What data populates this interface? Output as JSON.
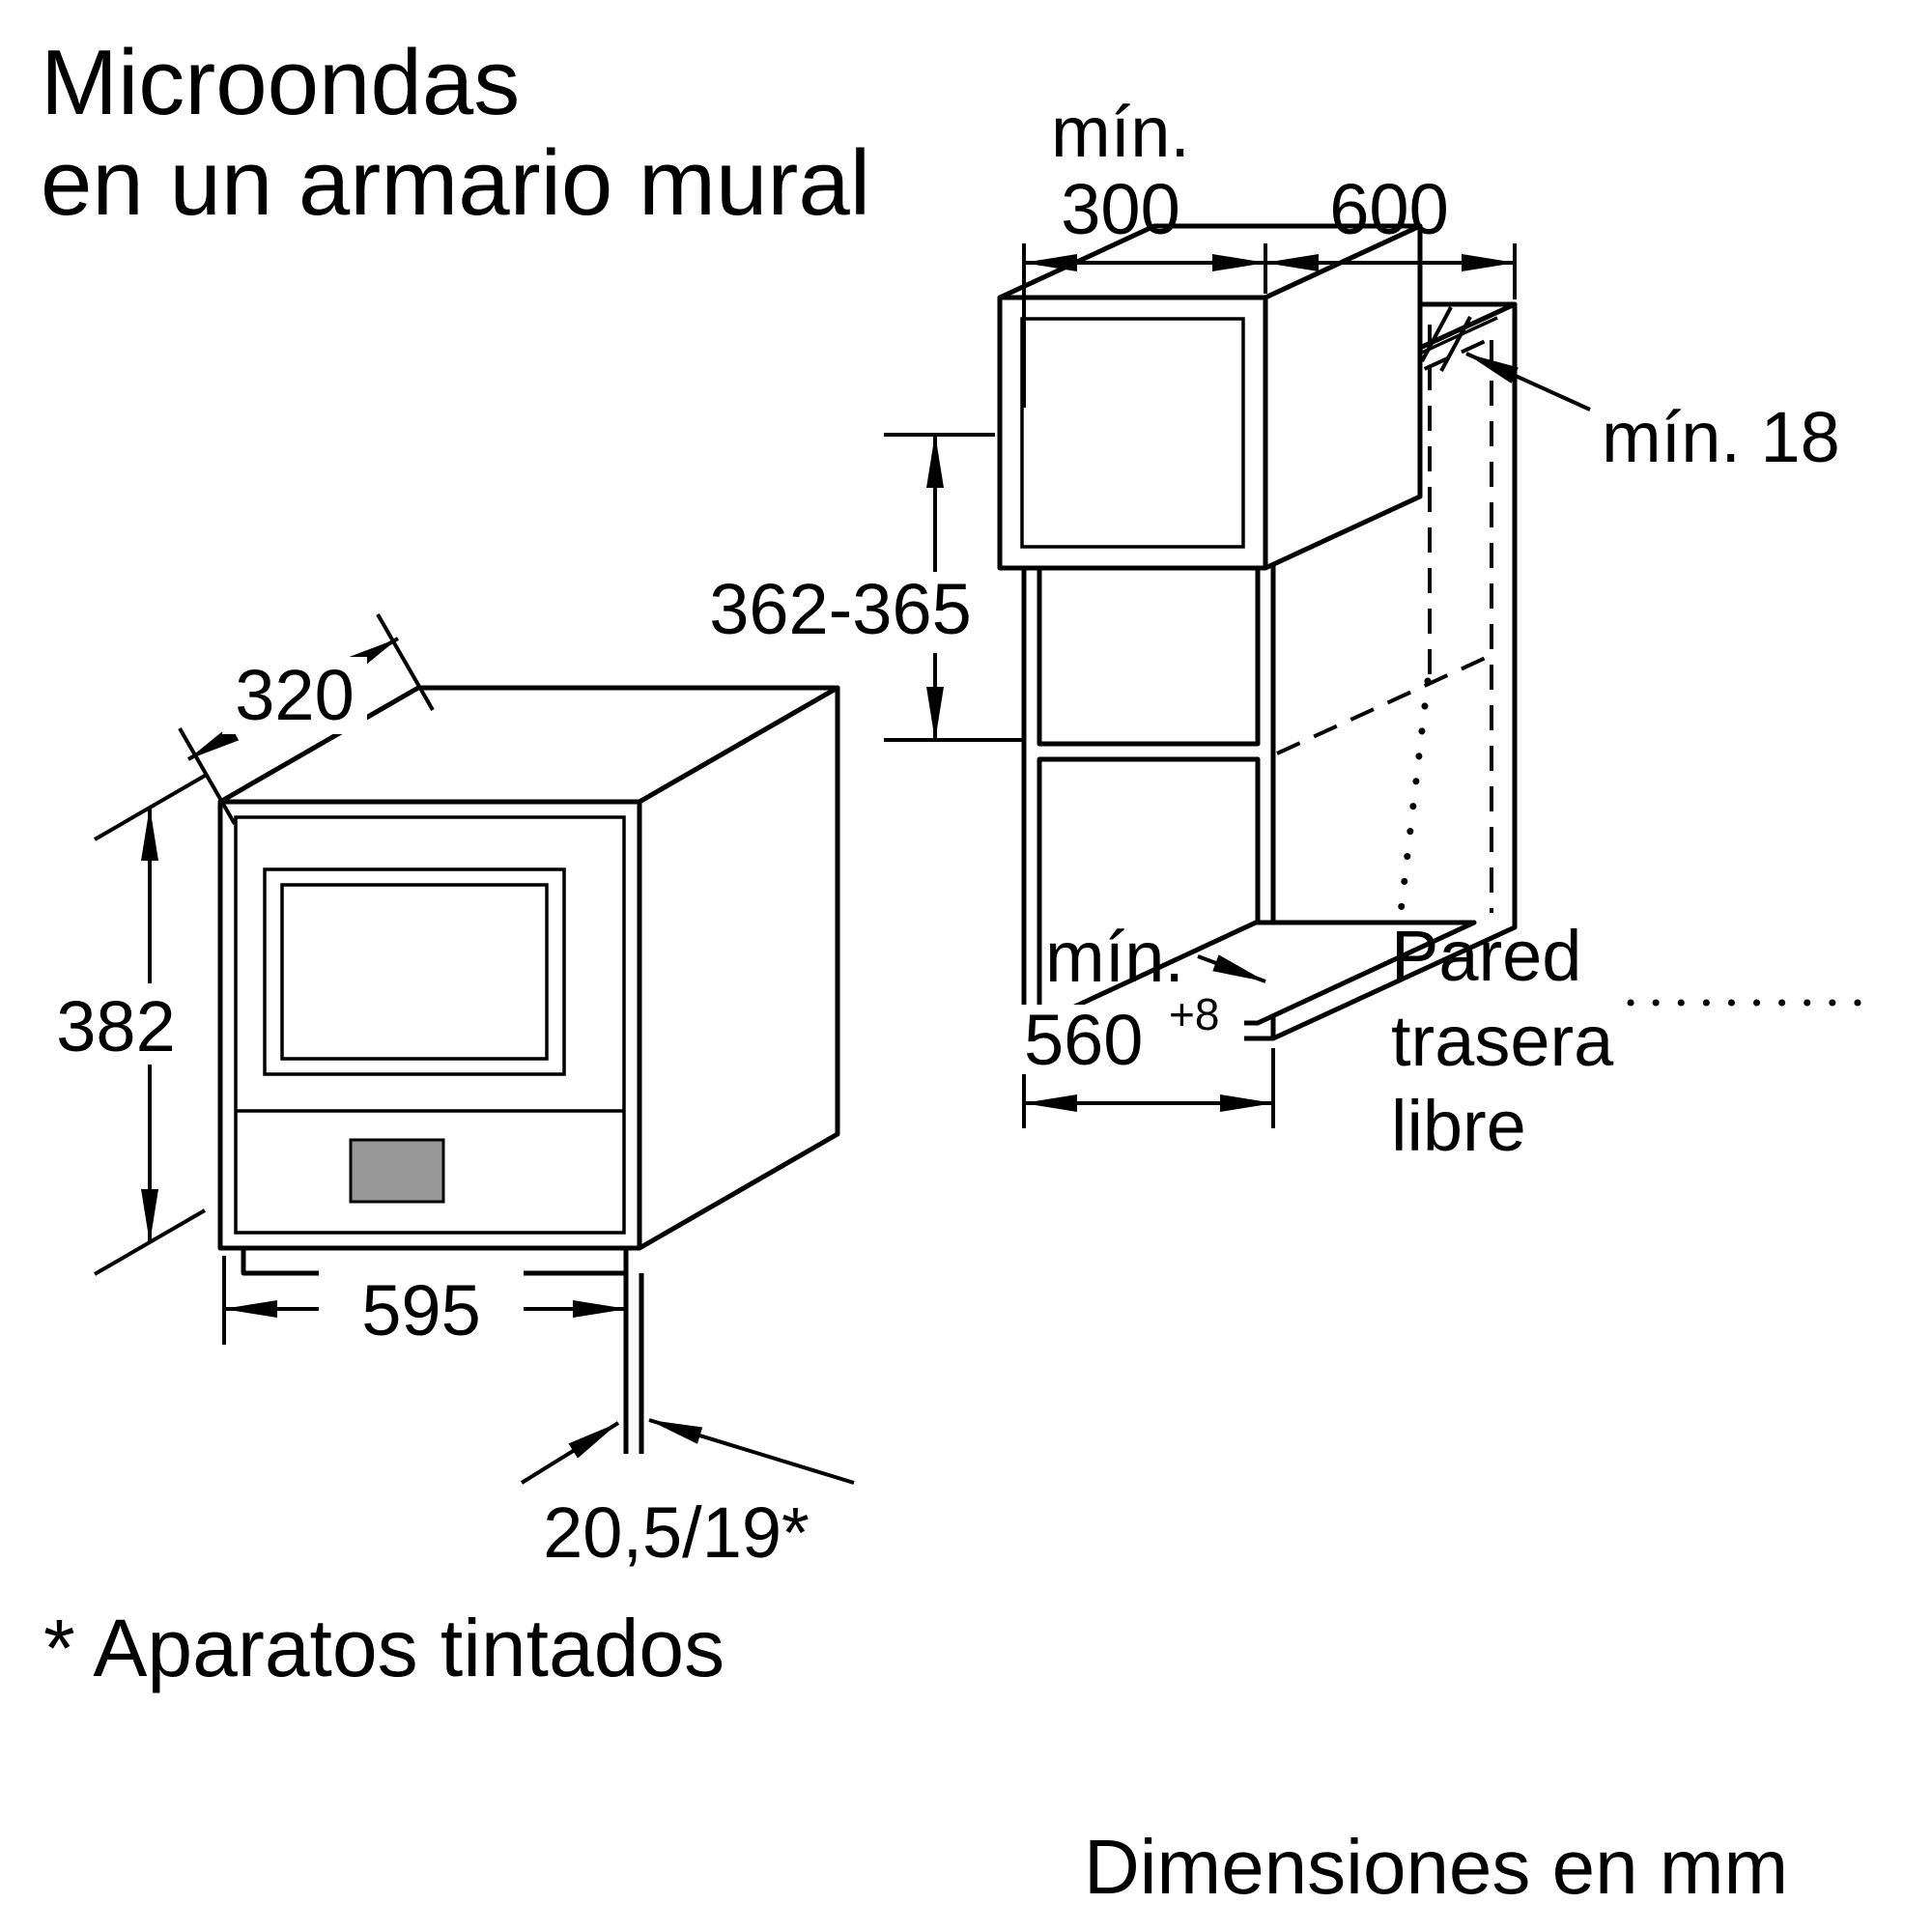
{
  "title": {
    "line1": "Microondas",
    "line2": "en un armario mural"
  },
  "oven": {
    "depth_label": "320",
    "height_label": "382",
    "width_label": "595",
    "door_label": "20,5/19*"
  },
  "cabinet": {
    "min_top": "mín.",
    "depth_label": "300",
    "width_label": "600",
    "wall_label": "mín. 18",
    "niche_height_label": "362-365",
    "min_bottom": "mín.",
    "niche_width": "560",
    "niche_width_tol": "+8",
    "back_wall": {
      "line1": "Pared",
      "line2": "trasera",
      "line3": "libre"
    }
  },
  "footnote": "* Aparatos tintados",
  "units_note": "Dimensiones en mm",
  "colors": {
    "line": "#000000",
    "display_panel": "#999999",
    "background": "#ffffff"
  }
}
